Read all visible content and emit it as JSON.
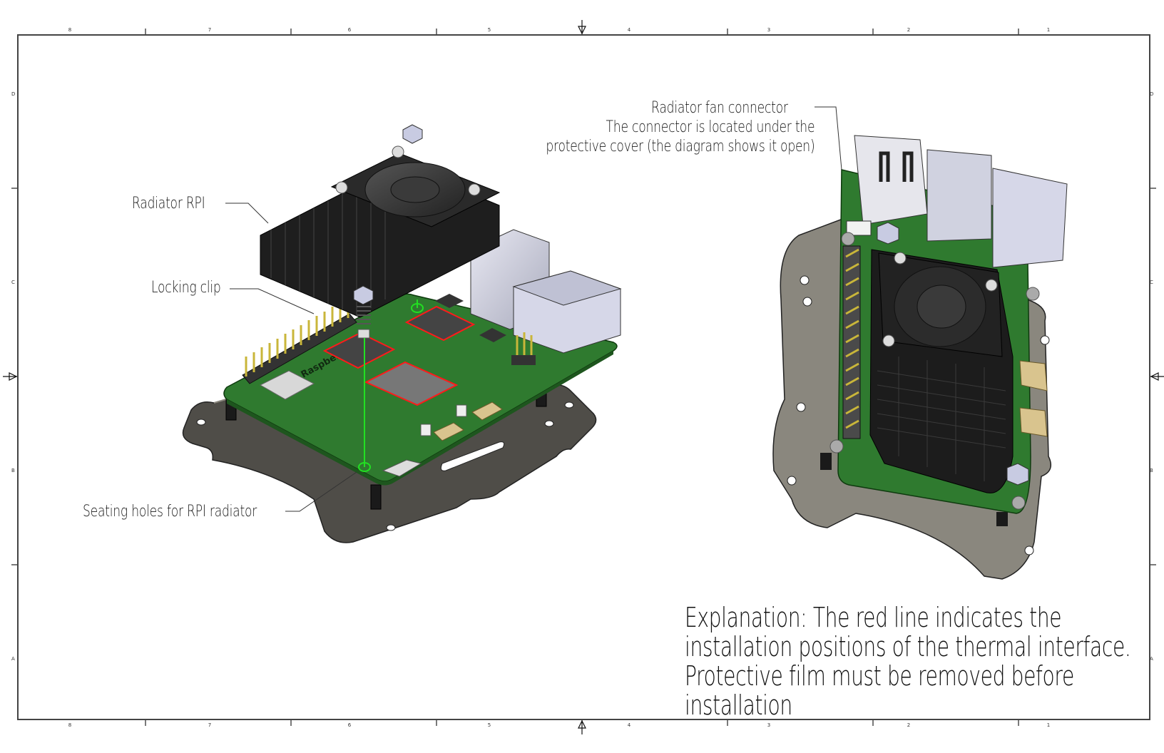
{
  "drawing_frame": {
    "column_labels_top": [
      "8",
      "7",
      "6",
      "5",
      "4",
      "3",
      "2",
      "1"
    ],
    "column_labels_bottom": [
      "8",
      "7",
      "6",
      "5",
      "4",
      "3",
      "2",
      "1"
    ],
    "row_labels_left": [
      "D",
      "C",
      "B",
      "A"
    ],
    "row_labels_right": [
      "D",
      "C",
      "B",
      "A"
    ]
  },
  "callouts": {
    "radiator_rpi": "Radiator RPI",
    "locking_clip": "Locking clip",
    "seating_holes": "Seating holes for RPI radiator",
    "fan_connector": {
      "line1": "Radiator fan connector",
      "line2": "The connector is located under the",
      "line3": "protective cover (the diagram shows it open)"
    }
  },
  "explanation": {
    "line1": "Explanation: The red line indicates the",
    "line2": "installation positions of the thermal interface.",
    "line3": "Protective film must be removed before",
    "line4": "installation"
  },
  "board_silkscreen": "Raspberry Pi",
  "colors": {
    "pcb_green": "#2f7a2f",
    "thermal_outline": "#ff1a1a",
    "guide_line": "#22e022",
    "heatsink": "#1e1e1e",
    "bracket": "#5a5852",
    "bracket_light": "#8a877e",
    "header_pins": "#c9b63a"
  }
}
